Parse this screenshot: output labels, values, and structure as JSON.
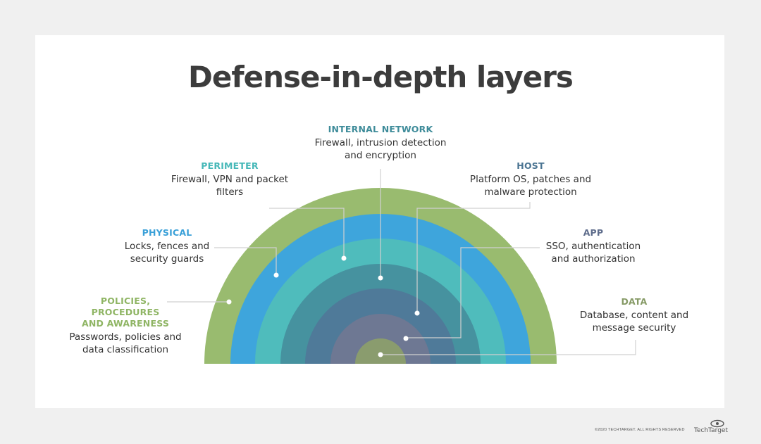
{
  "title": "Defense-in-depth layers",
  "colors": {
    "policies": "#99bb6f",
    "physical": "#3ea5dc",
    "perimeter": "#4fbcbc",
    "internal_network": "#46929f",
    "host": "#4f7a99",
    "app": "#6e7893",
    "data": "#8a9c6e",
    "leader": "#d0d0d0",
    "dot": "#ffffff"
  },
  "layers": [
    {
      "key": "policies",
      "heading": "POLICIES,\nPROCEDURES\nAND AWARENESS",
      "description": "Passwords, policies and\ndata classification",
      "heading_color": "#8fb564"
    },
    {
      "key": "physical",
      "heading": "PHYSICAL",
      "description": "Locks, fences and\nsecurity guards",
      "heading_color": "#3aa0d8"
    },
    {
      "key": "perimeter",
      "heading": "PERIMETER",
      "description": "Firewall, VPN and packet\nfilters",
      "heading_color": "#46b8b8"
    },
    {
      "key": "internal_network",
      "heading": "INTERNAL NETWORK",
      "description": "Firewall, intrusion detection\nand encryption",
      "heading_color": "#3f8c9a"
    },
    {
      "key": "host",
      "heading": "HOST",
      "description": "Platform OS, patches and\nmalware protection",
      "heading_color": "#4a7492"
    },
    {
      "key": "app",
      "heading": "APP",
      "description": "SSO, authentication\nand authorization",
      "heading_color": "#5f6d8c"
    },
    {
      "key": "data",
      "heading": "DATA",
      "description": "Database, content and\nmessage security",
      "heading_color": "#869a66"
    }
  ],
  "footer": {
    "copyright": "©2020 TECHTARGET. ALL RIGHTS RESERVED",
    "brand": "TechTarget",
    "logo_icon": "eye-icon"
  }
}
